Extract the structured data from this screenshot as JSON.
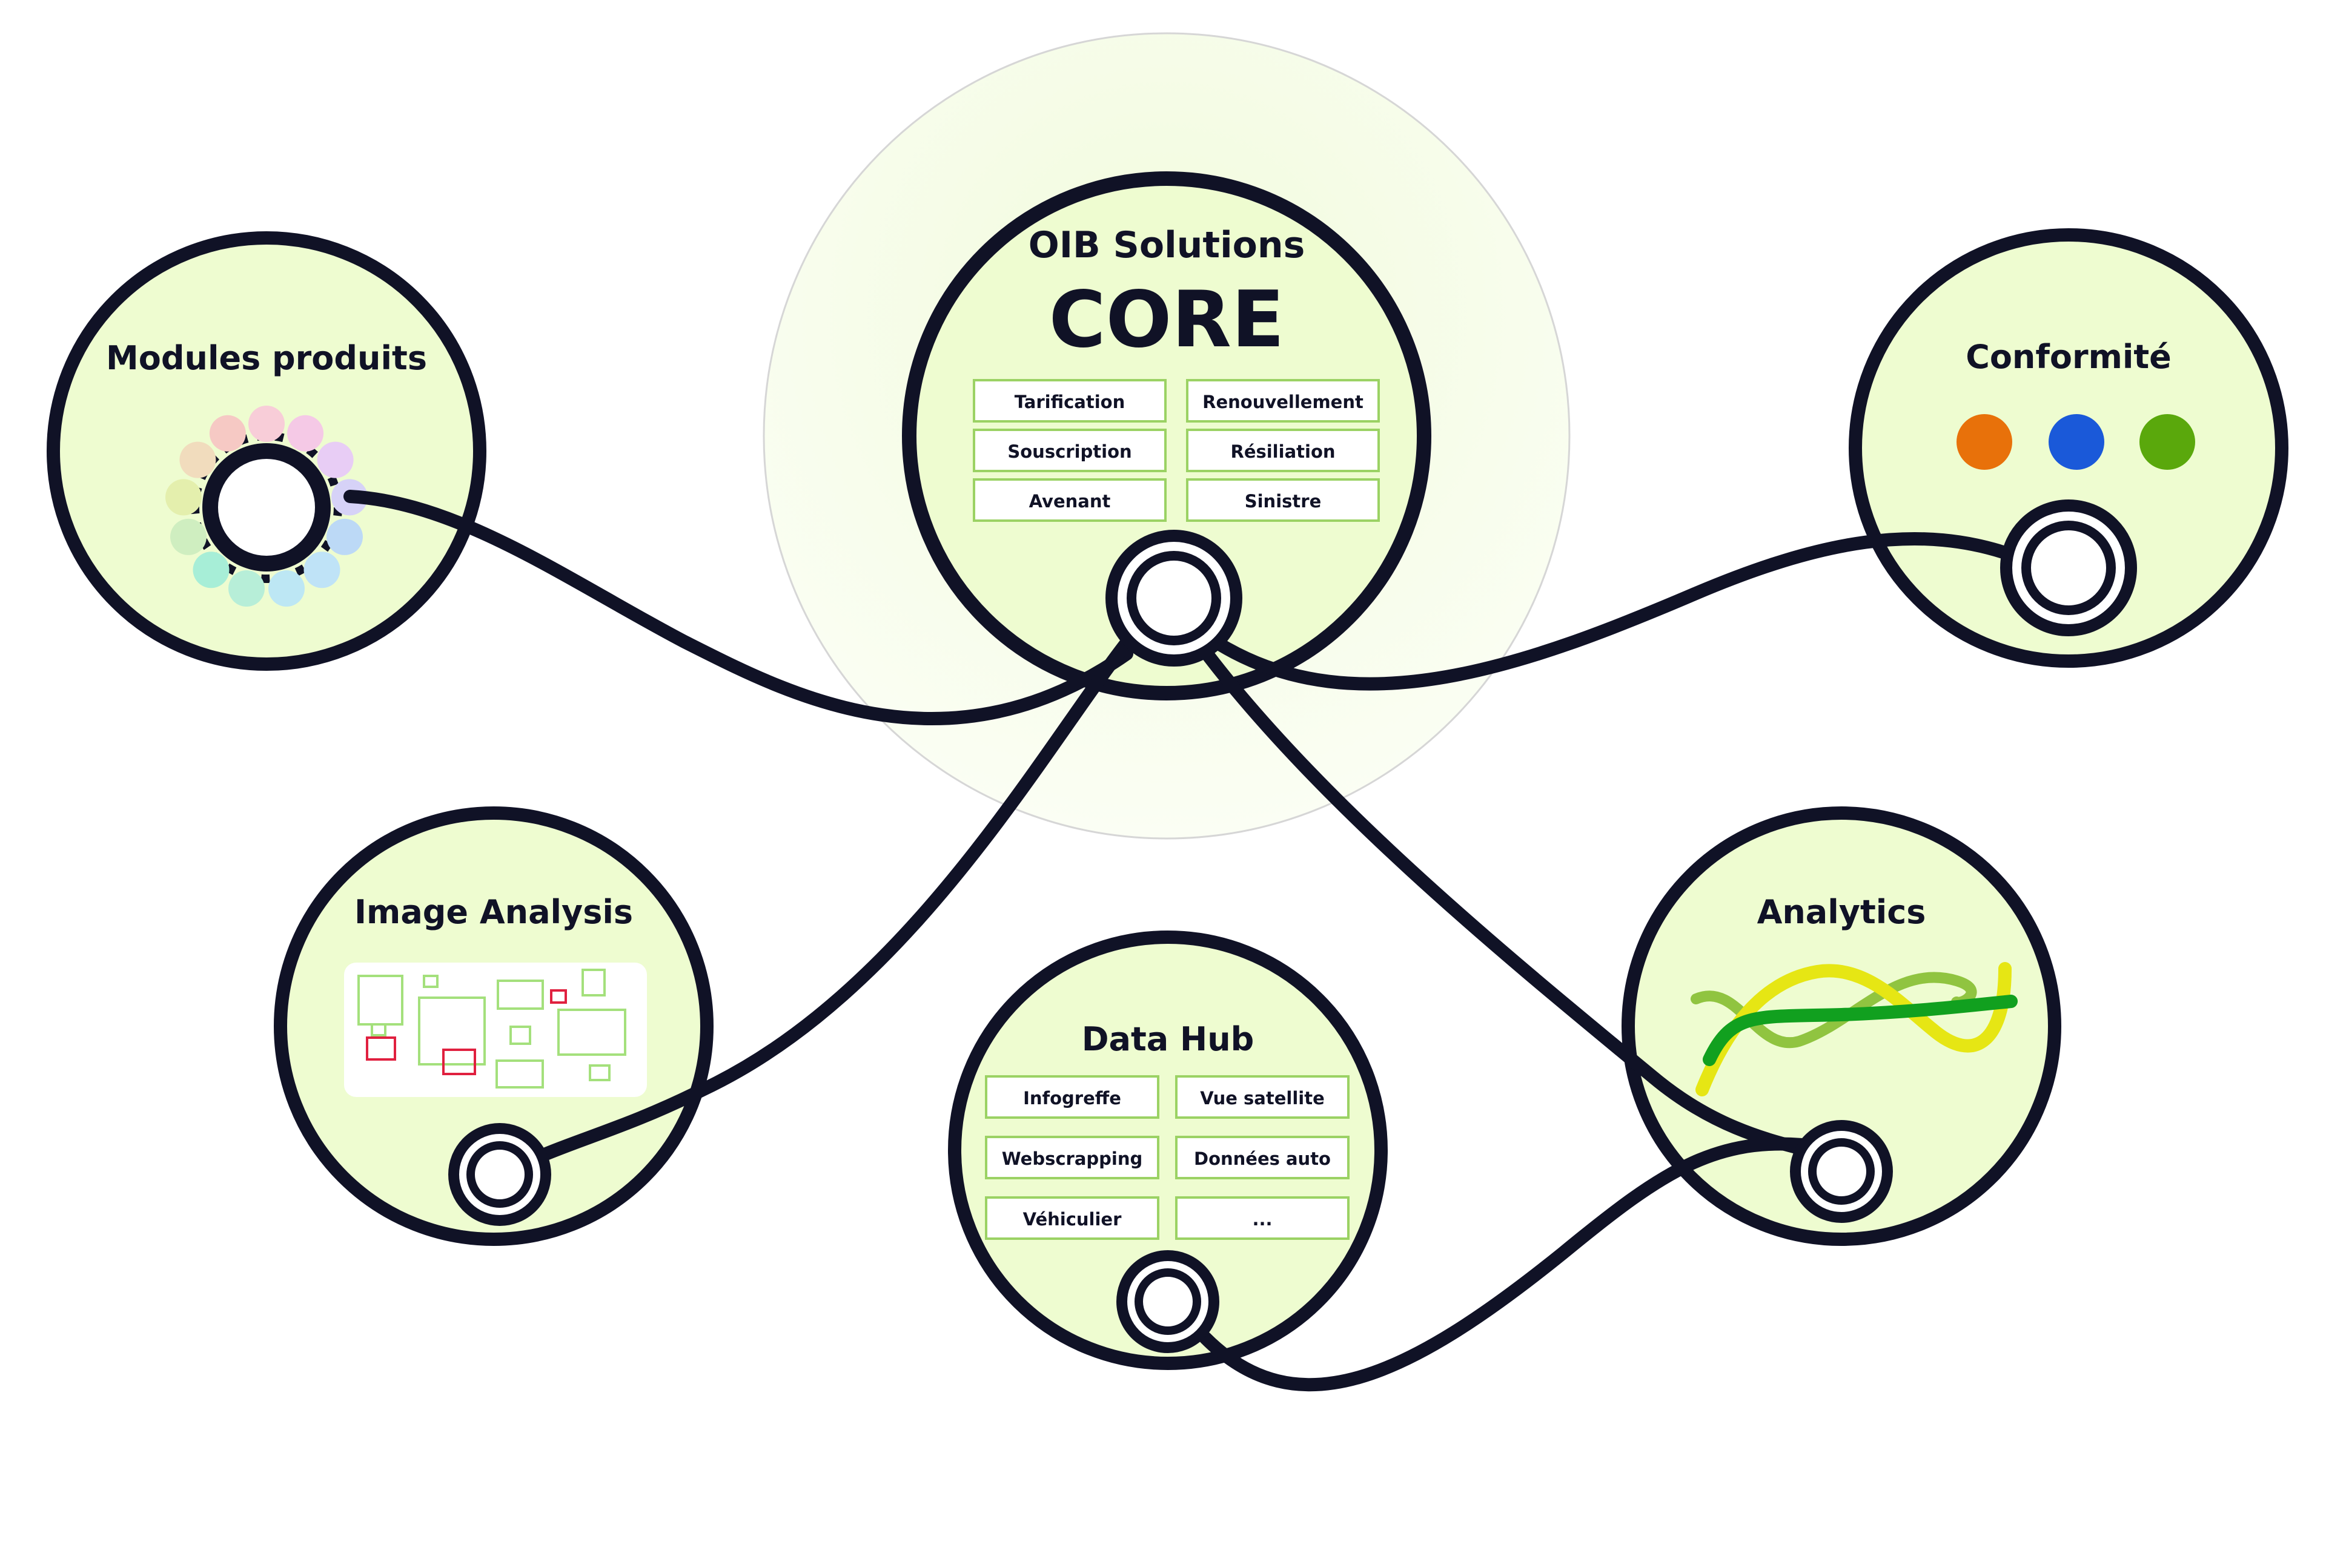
{
  "core": {
    "title": "OIB Solutions",
    "headline": "CORE",
    "items": [
      "Tarification",
      "Renouvellement",
      "Souscription",
      "Résiliation",
      "Avenant",
      "Sinistre"
    ]
  },
  "modules": {
    "title": "Modules produits",
    "dot_colors": [
      "#f8cdd8",
      "#f5c9e6",
      "#e8cdf5",
      "#d6d2f7",
      "#bcd9f6",
      "#bfe3f7",
      "#bde7f4",
      "#b7eed8",
      "#a7eed7",
      "#cfeec0",
      "#e4efad",
      "#f1dcbd",
      "#f6c9c4"
    ]
  },
  "conformite": {
    "title": "Conformité",
    "dot_colors": [
      "#e8710a",
      "#1a59d9",
      "#5aa80c"
    ]
  },
  "image_analysis": {
    "title": "Image Analysis"
  },
  "data_hub": {
    "title": "Data Hub",
    "items": [
      "Infogreffe",
      "Vue satellite",
      "Webscrapping",
      "Données auto",
      "Véhiculier",
      "..."
    ]
  },
  "analytics": {
    "title": "Analytics"
  },
  "colors": {
    "node_fill": "#eefcd0",
    "stroke": "#101226",
    "cell_border": "#9bd264",
    "halo": "#f7fde9"
  }
}
